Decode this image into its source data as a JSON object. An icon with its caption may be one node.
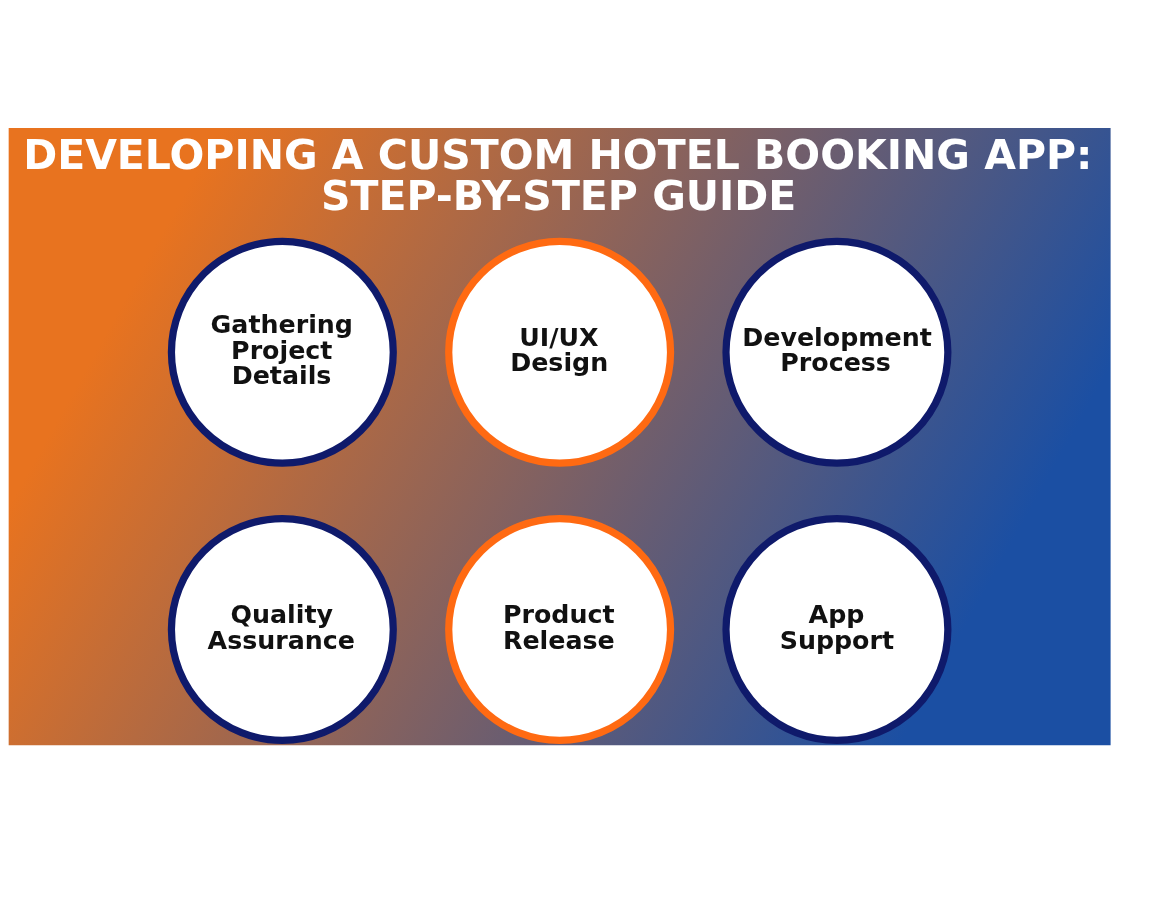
{
  "diagram": {
    "title": "DEVELOPING A CUSTOM HOTEL BOOKING APP: STEP-BY-STEP GUIDE",
    "nodes": [
      {
        "text": [
          "Gathering Project Details"
        ]
      },
      {
        "text": [
          "UI/UX Design"
        ]
      },
      {
        "text": [
          "Development Process"
        ]
      },
      {
        "text": [
          "Quality Assurance"
        ]
      },
      {
        "text": [
          "Product Release"
        ]
      },
      {
        "text": [
          "App Support"
        ]
      }
    ]
  }
}
